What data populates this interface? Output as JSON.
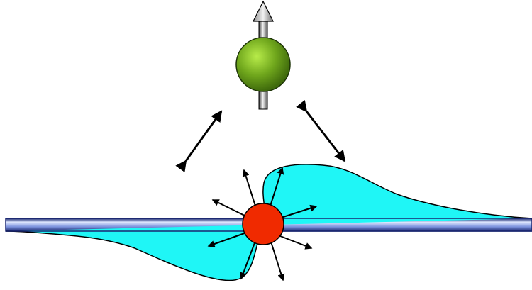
{
  "diagram": {
    "colors": {
      "spin_sphere_light": "#b8ec4a",
      "spin_sphere_mid": "#6fa61c",
      "spin_sphere_dark": "#3f6a0c",
      "spin_arrow_light": "#f4f4f4",
      "spin_arrow_dark": "#777777",
      "wire_light": "#dfe8ff",
      "wire_mid": "#7f95df",
      "wire_dark": "#2b3f96",
      "wave_fill": "#1ff6f6",
      "electron": "#f02a00",
      "arrow": "#000000"
    },
    "elements": {
      "spin": "spin",
      "wire": "wire",
      "wave": "wave-packet",
      "electron": "electron",
      "coupling_arrows": [
        "left-coupling-arrow",
        "right-coupling-arrow"
      ],
      "radial_arrow_count": 8
    }
  }
}
